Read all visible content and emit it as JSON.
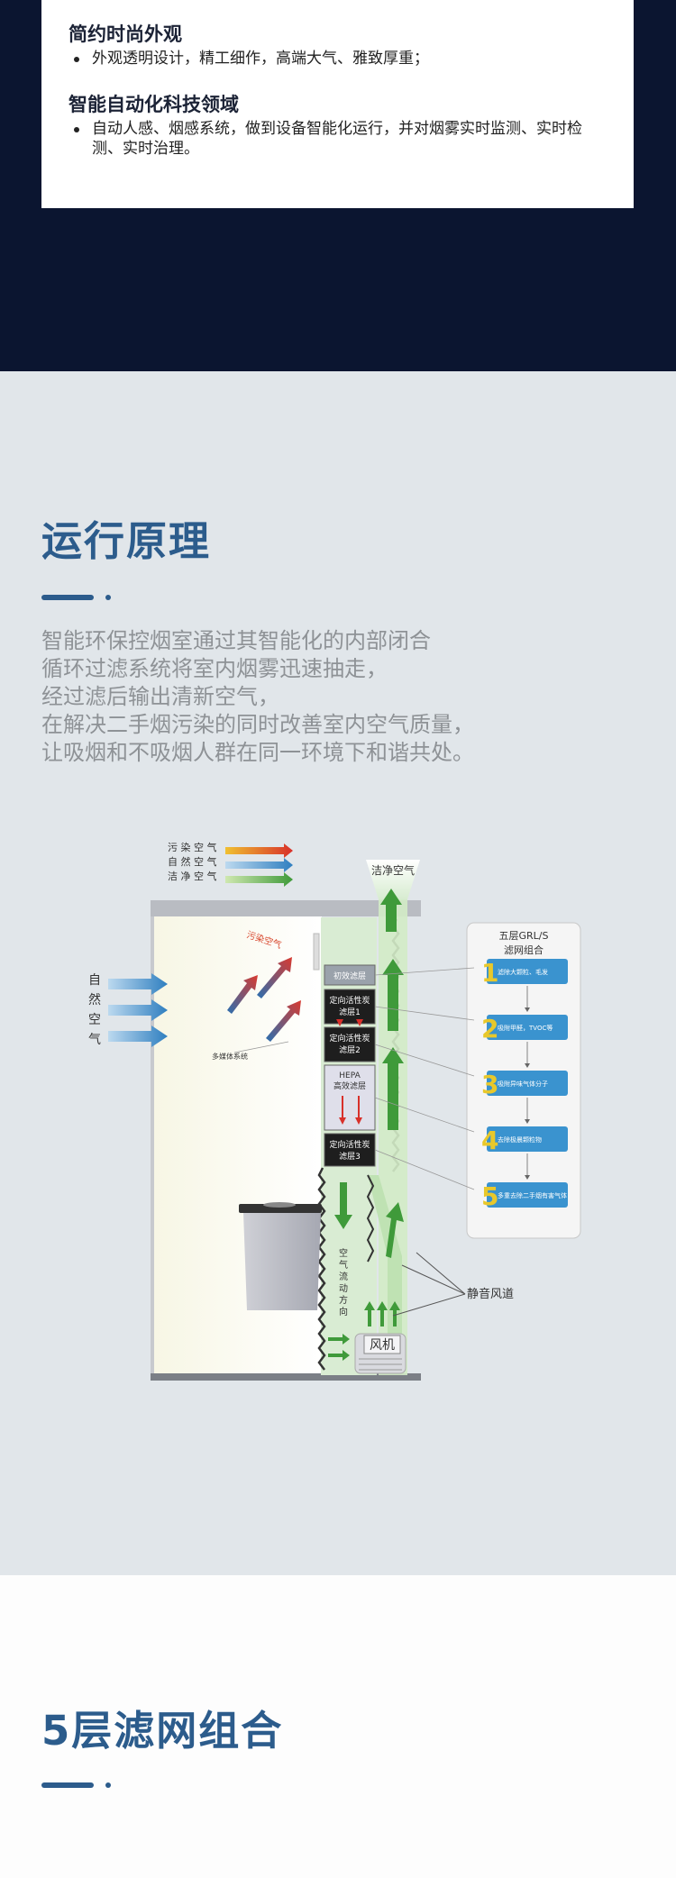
{
  "features": [
    {
      "title": "简约时尚外观",
      "items": [
        "外观透明设计，精工细作，高端大气、雅致厚重；"
      ]
    },
    {
      "title": "智能自动化科技领域",
      "items": [
        "自动人感、烟感系统，做到设备智能化运行，并对烟雾实时监测、实时检测、实时治理。"
      ]
    }
  ],
  "principle": {
    "heading": "运行原理",
    "lines": [
      "智能环保控烟室通过其智能化的内部闭合",
      "循环过滤系统将室内烟雾迅速抽走，",
      "经过滤后输出清新空气，",
      "在解决二手烟污染的同时改善室内空气质量，",
      "让吸烟和不吸烟人群在同一环境下和谐共处。"
    ]
  },
  "diagram": {
    "legend": [
      "污 染 空 气",
      "自 然 空 气",
      "洁 净 空 气"
    ],
    "clean_air_out": "洁净空气",
    "polluted_air_label": "污染空气",
    "natural_air_side": [
      "自",
      "然",
      "空",
      "气"
    ],
    "multimedia_label": "多媒体系统",
    "filters": [
      "初效滤层",
      "定向活性炭\n滤层1",
      "定向活性炭\n滤层2",
      "HEPA\n高效滤层",
      "定向活性炭\n滤层3"
    ],
    "airflow_label": [
      "空",
      "气",
      "流",
      "动",
      "方",
      "向"
    ],
    "fan_label": "风机",
    "silent_duct_label": "静音风道",
    "panel": {
      "title_line1": "五层GRL/S",
      "title_line2": "滤网组合",
      "steps": [
        {
          "num": "1",
          "text": "滤除大颗粒、毛发"
        },
        {
          "num": "2",
          "text": "吸附甲醛，TVOC等"
        },
        {
          "num": "3",
          "text": "吸附异味气体分子"
        },
        {
          "num": "4",
          "text": "去除极晨颗粒物"
        },
        {
          "num": "5",
          "text": "多重去除二手烟有害气体"
        }
      ]
    },
    "colors": {
      "polluted": "#d8462c",
      "natural": "#2f7fc0",
      "clean": "#3f9a3a",
      "step_number": "#e8c82b",
      "step_box": "#3a93cf"
    }
  },
  "filter_section": {
    "heading": "5层滤网组合"
  }
}
